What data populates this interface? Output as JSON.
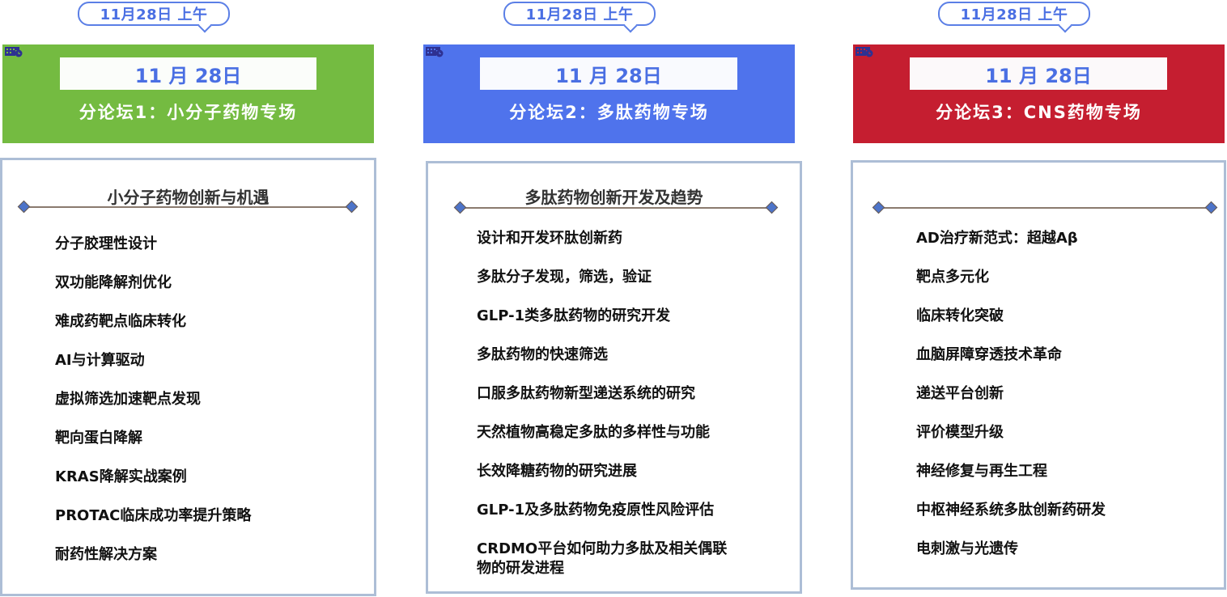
{
  "colors": {
    "forum1": "#74bb41",
    "forum2": "#4f73ec",
    "forum3": "#c51e30",
    "date_text": "#4a6fe3",
    "panel_border": "#adbed6"
  },
  "forums": [
    {
      "bubble": "11月28日  上午",
      "date": "11 月 28日",
      "title": "分论坛1：小分子药物专场",
      "icon": "calendar-clock-icon",
      "heading": "小分子药物创新与机遇",
      "items": [
        "分子胶理性设计",
        "双功能降解剂优化",
        "难成药靶点临床转化",
        "AI与计算驱动",
        "虚拟筛选加速靶点发现",
        "靶向蛋白降解",
        "KRAS降解实战案例",
        "PROTAC临床成功率提升策略",
        "耐药性解决方案"
      ]
    },
    {
      "bubble": "11月28日  上午",
      "date": "11 月 28日",
      "title": "分论坛2：多肽药物专场",
      "icon": "calendar-clock-icon",
      "heading": "多肽药物创新开发及趋势",
      "items": [
        "设计和开发环肽创新药",
        "多肽分子发现，筛选，验证",
        "GLP-1类多肽药物的研究开发",
        "多肽药物的快速筛选",
        "口服多肽药物新型递送系统的研究",
        "天然植物高稳定多肽的多样性与功能",
        "长效降糖药物的研究进展",
        "GLP-1及多肽药物免疫原性风险评估",
        "CRDMO平台如何助力多肽及相关偶联\n物的研发进程"
      ]
    },
    {
      "bubble": "11月28日  上午",
      "date": "11 月 28日",
      "title": "分论坛3：CNS药物专场",
      "icon": "calendar-clock-icon",
      "heading": "",
      "items": [
        "AD治疗新范式：超越Aβ",
        "靶点多元化",
        "临床转化突破",
        "血脑屏障穿透技术革命",
        "递送平台创新",
        "评价模型升级",
        "神经修复与再生工程",
        "中枢神经系统多肽创新药研发",
        "电刺激与光遗传"
      ]
    }
  ]
}
